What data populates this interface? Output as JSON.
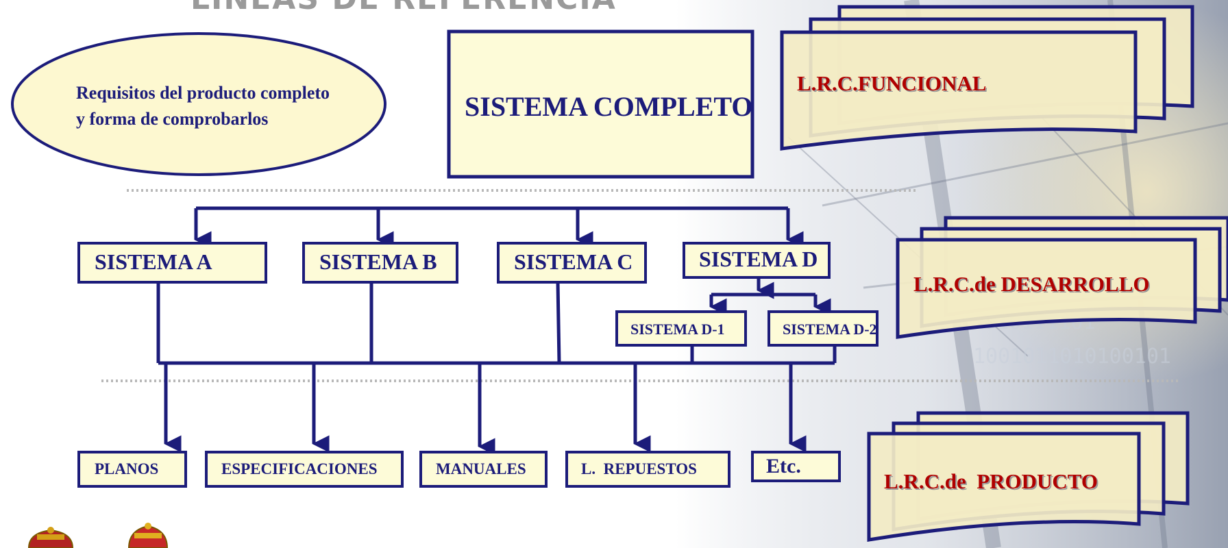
{
  "title": "LINEAS DE REFERENCIA",
  "ellipse": {
    "line1": "Requisitos del producto completo",
    "line2": "y forma de comprobarlos"
  },
  "complete_system": "SISTEMA COMPLETO",
  "subsystems": [
    "SISTEMA A",
    "SISTEMA B",
    "SISTEMA C",
    "SISTEMA D"
  ],
  "sub_d": [
    "SISTEMA D-1",
    "SISTEMA D-2"
  ],
  "documents": [
    "PLANOS",
    "ESPECIFICACIONES",
    "MANUALES",
    "L.  REPUESTOS",
    "Etc."
  ],
  "baselines": {
    "funcional": "L.R.C.FUNCIONAL",
    "desarrollo": "L.R.C.de DESARROLLO",
    "producto": "L.R.C.de  PRODUCTO"
  },
  "colors": {
    "navy": "#1c1c7a",
    "box_fill": "#fdfbd8",
    "ellipse_fill": "#fdf8d0",
    "baseline_text": "#b00000",
    "separator": "#b8b8b8"
  },
  "icons": [
    "crest-icon",
    "crest-icon"
  ]
}
